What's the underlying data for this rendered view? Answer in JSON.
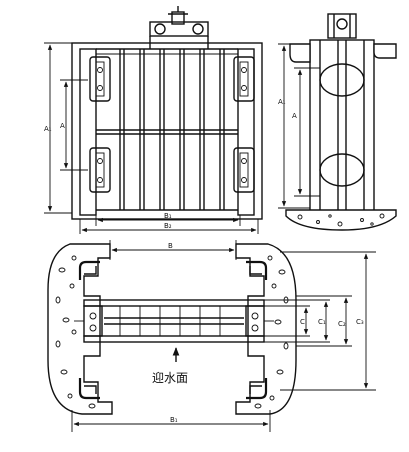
{
  "labels": {
    "front_height_outer": "A₁",
    "front_height_inner": "A",
    "front_width_inner": "B₁",
    "front_width_outer": "B₂",
    "side_height_outer": "A₁",
    "side_height_inner": "A",
    "plan_width_top": "B",
    "plan_width_bottom": "B₁",
    "plan_depth_c": "C",
    "plan_depth_c1": "C₁",
    "plan_depth_c2": "C₂",
    "plan_depth_c3": "C₃",
    "flow_direction": "迎水面"
  }
}
